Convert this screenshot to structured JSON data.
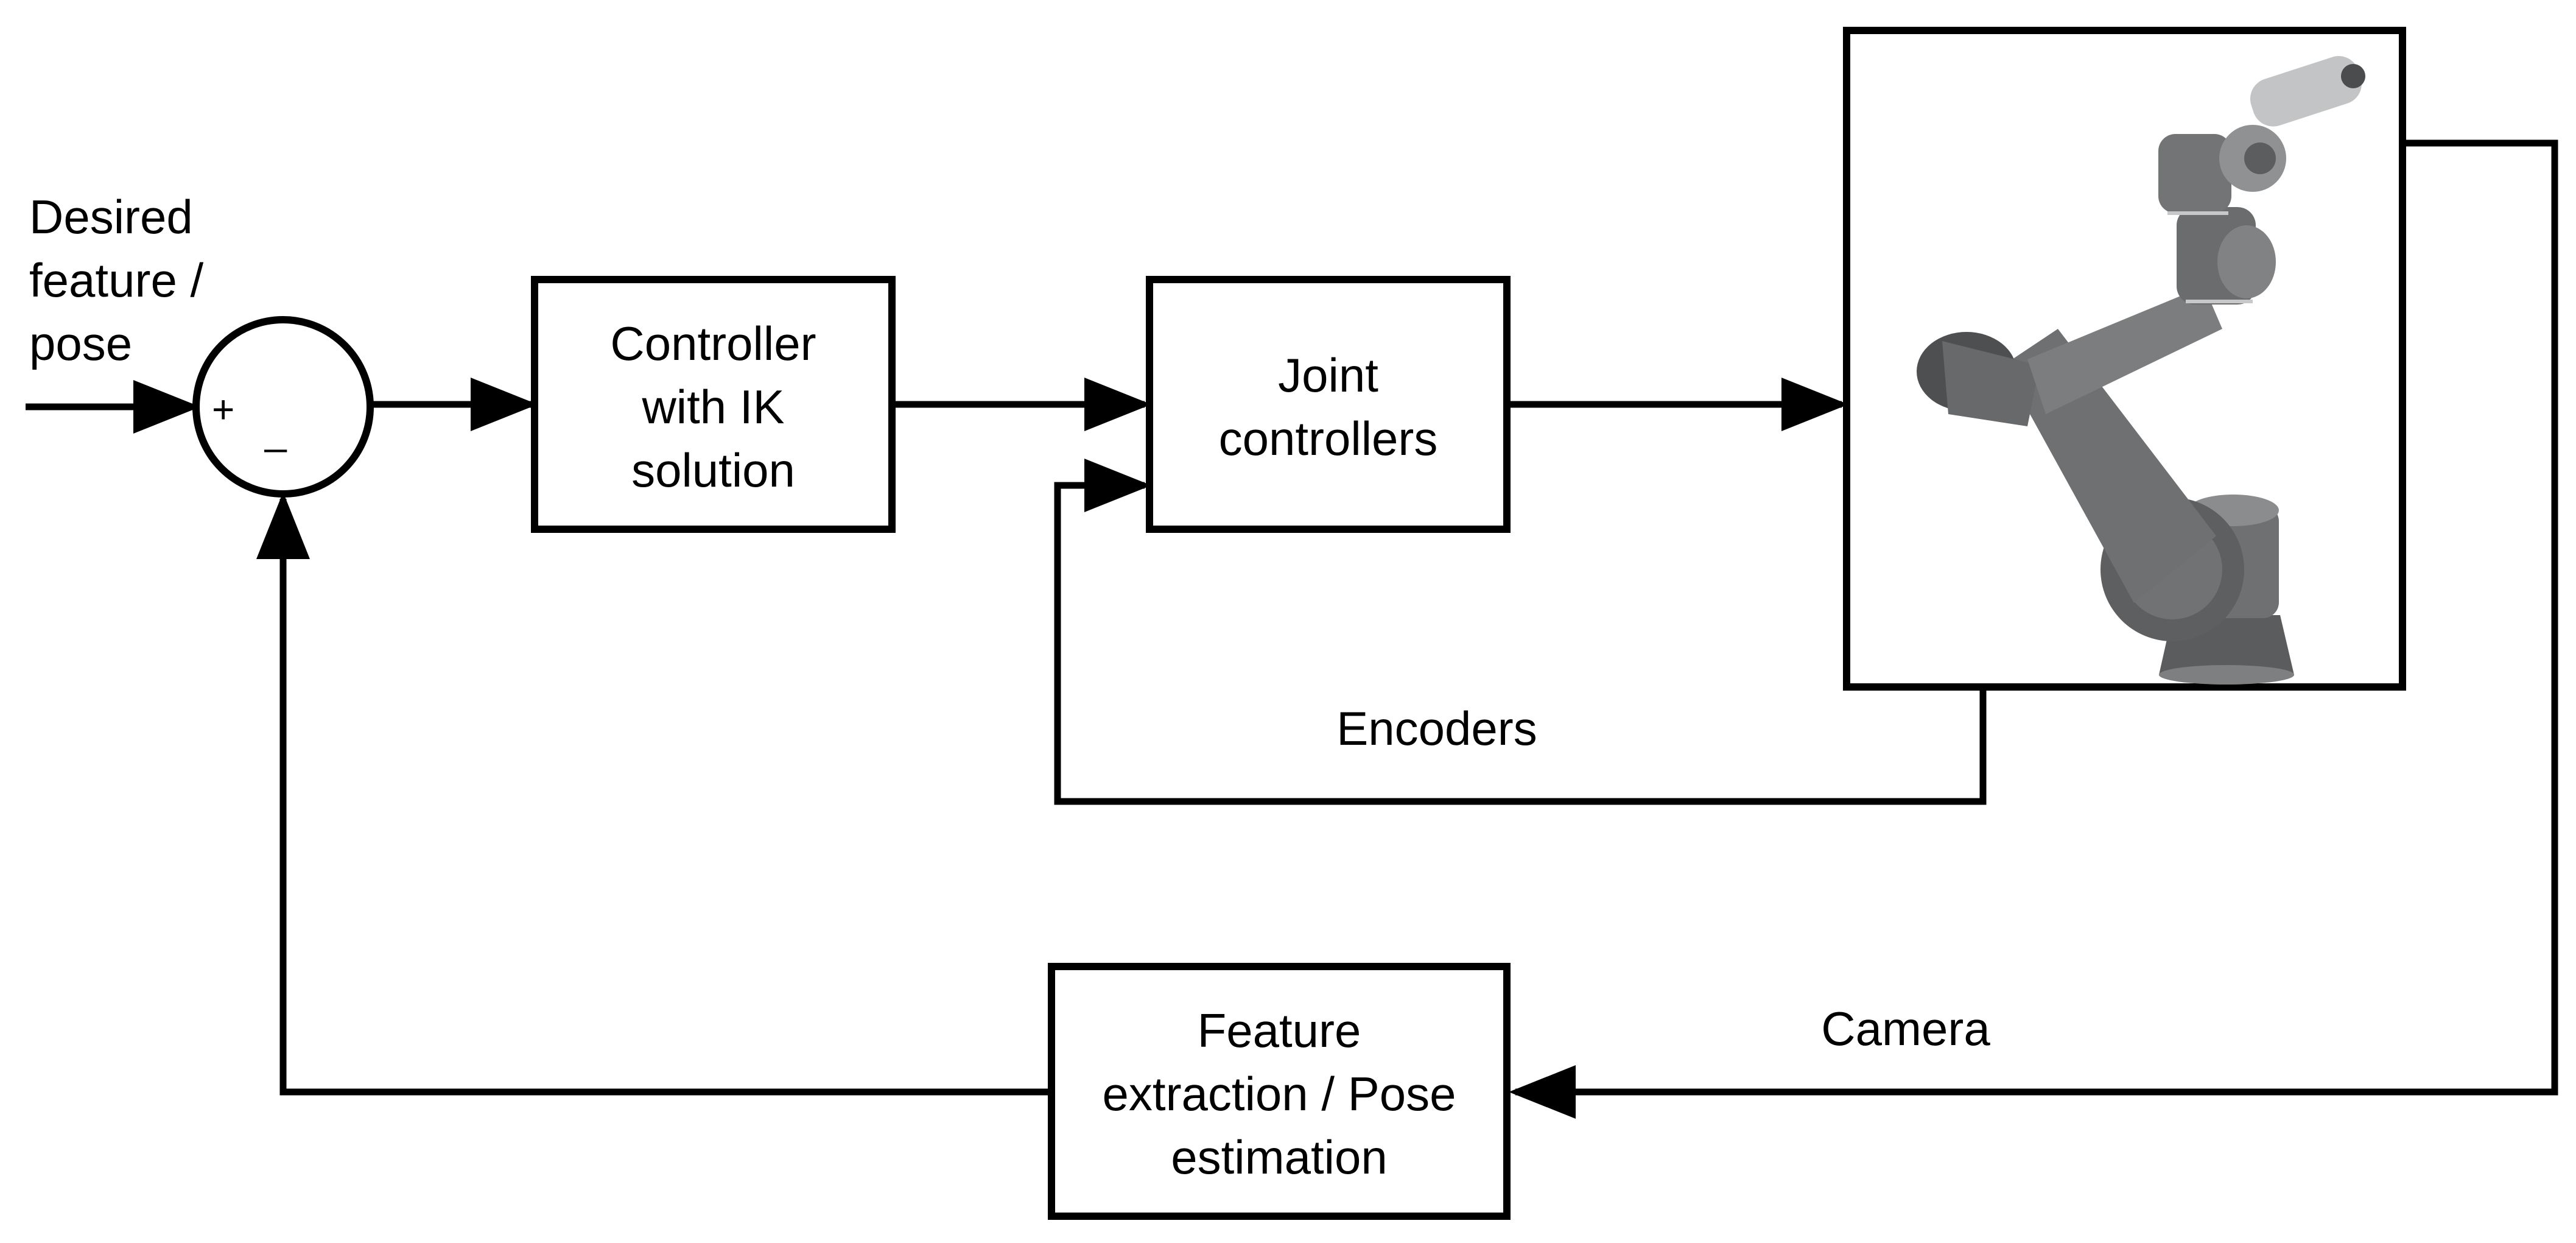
{
  "input_label": "Desired\nfeature /\npose",
  "summing_junction": {
    "plus": "+",
    "minus": "_"
  },
  "blocks": {
    "controller": "Controller\nwith IK\nsolution",
    "joint_controllers": "Joint\ncontrollers",
    "feature_extraction": "Feature\nextraction / Pose\nestimation"
  },
  "feedback_labels": {
    "encoders": "Encoders",
    "camera": "Camera"
  },
  "robot_icon": "robot-arm-icon",
  "colors": {
    "line": "#000000",
    "robot_body": "#6e7072",
    "robot_dark": "#4a4c4e",
    "robot_light": "#a9abad"
  }
}
